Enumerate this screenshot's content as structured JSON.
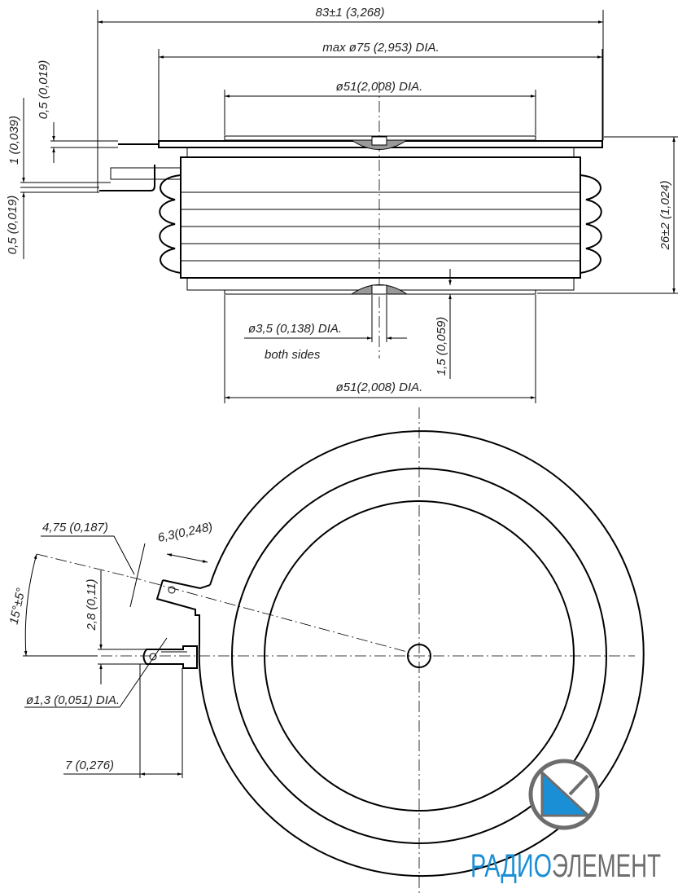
{
  "dimensions": {
    "overall_width": "83±1 (3,268)",
    "flange_dia": "max ø75 (2,953) DIA.",
    "top_contact_dia": "ø51(2,008) DIA.",
    "bottom_contact_dia": "ø51(2,008) DIA.",
    "height": "26±2 (1,024)",
    "hole_dia": "ø3,5 (0,138) DIA.",
    "hole_note": "both sides",
    "hole_depth": "1,5 (0,059)",
    "flange_thk_top": "0,5 (0,019)",
    "lead_gap": "1 (0,039)",
    "lead_thk": "0,5 (0,019)",
    "tab_width": "4,75 (0,187)",
    "tab_length": "6,3(0,248)",
    "angle": "15°±5°",
    "lead_spacing": "2,8 (0,11)",
    "lead_hole_dia": "ø1,3 (0,051) DIA.",
    "lead_length": "7 (0,276)"
  },
  "logo": {
    "part1": "РАДИО",
    "part2": "ЭЛЕМЕНТ",
    "blue": "#1a8fd6",
    "gray": "#6d6d6d"
  }
}
